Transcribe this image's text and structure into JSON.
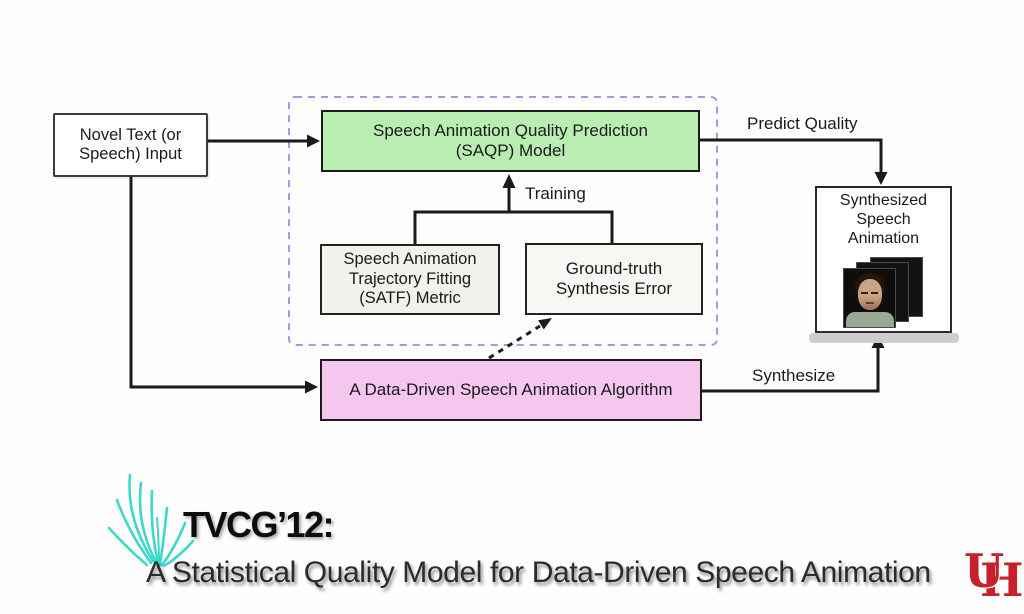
{
  "colors": {
    "line": "#1a1a1a",
    "dashed-border": "#9aa0dc",
    "box-green": "#b9edb2",
    "box-pink": "#f5c6ee",
    "box-light": "#eff3ec",
    "box-lighter": "#f5f8f3",
    "grass": "#3ed8ca",
    "uh-red": "#c6202b"
  },
  "diagram": {
    "novel_input": {
      "lines": [
        "Novel Text (or",
        "Speech) Input"
      ]
    },
    "saqp_model": {
      "lines": [
        "Speech Animation Quality Prediction",
        "(SAQP) Model"
      ]
    },
    "satf_metric": {
      "lines": [
        "Speech Animation",
        "Trajectory Fitting",
        "(SATF) Metric"
      ]
    },
    "ground_truth": {
      "lines": [
        "Ground-truth",
        "Synthesis Error"
      ]
    },
    "algorithm": {
      "label": "A Data-Driven Speech Animation Algorithm"
    },
    "synthesized": {
      "lines": [
        "Synthesized",
        "Speech",
        "Animation"
      ]
    },
    "edge_labels": {
      "training": "Training",
      "predict_quality": "Predict Quality",
      "synthesize": "Synthesize"
    }
  },
  "footer": {
    "conference": "TVCG’12:",
    "paper_title": "A Statistical Quality Model for Data-Driven Speech Animation",
    "uh_logo": {
      "letter_u": "U",
      "letter_h": "H"
    }
  }
}
